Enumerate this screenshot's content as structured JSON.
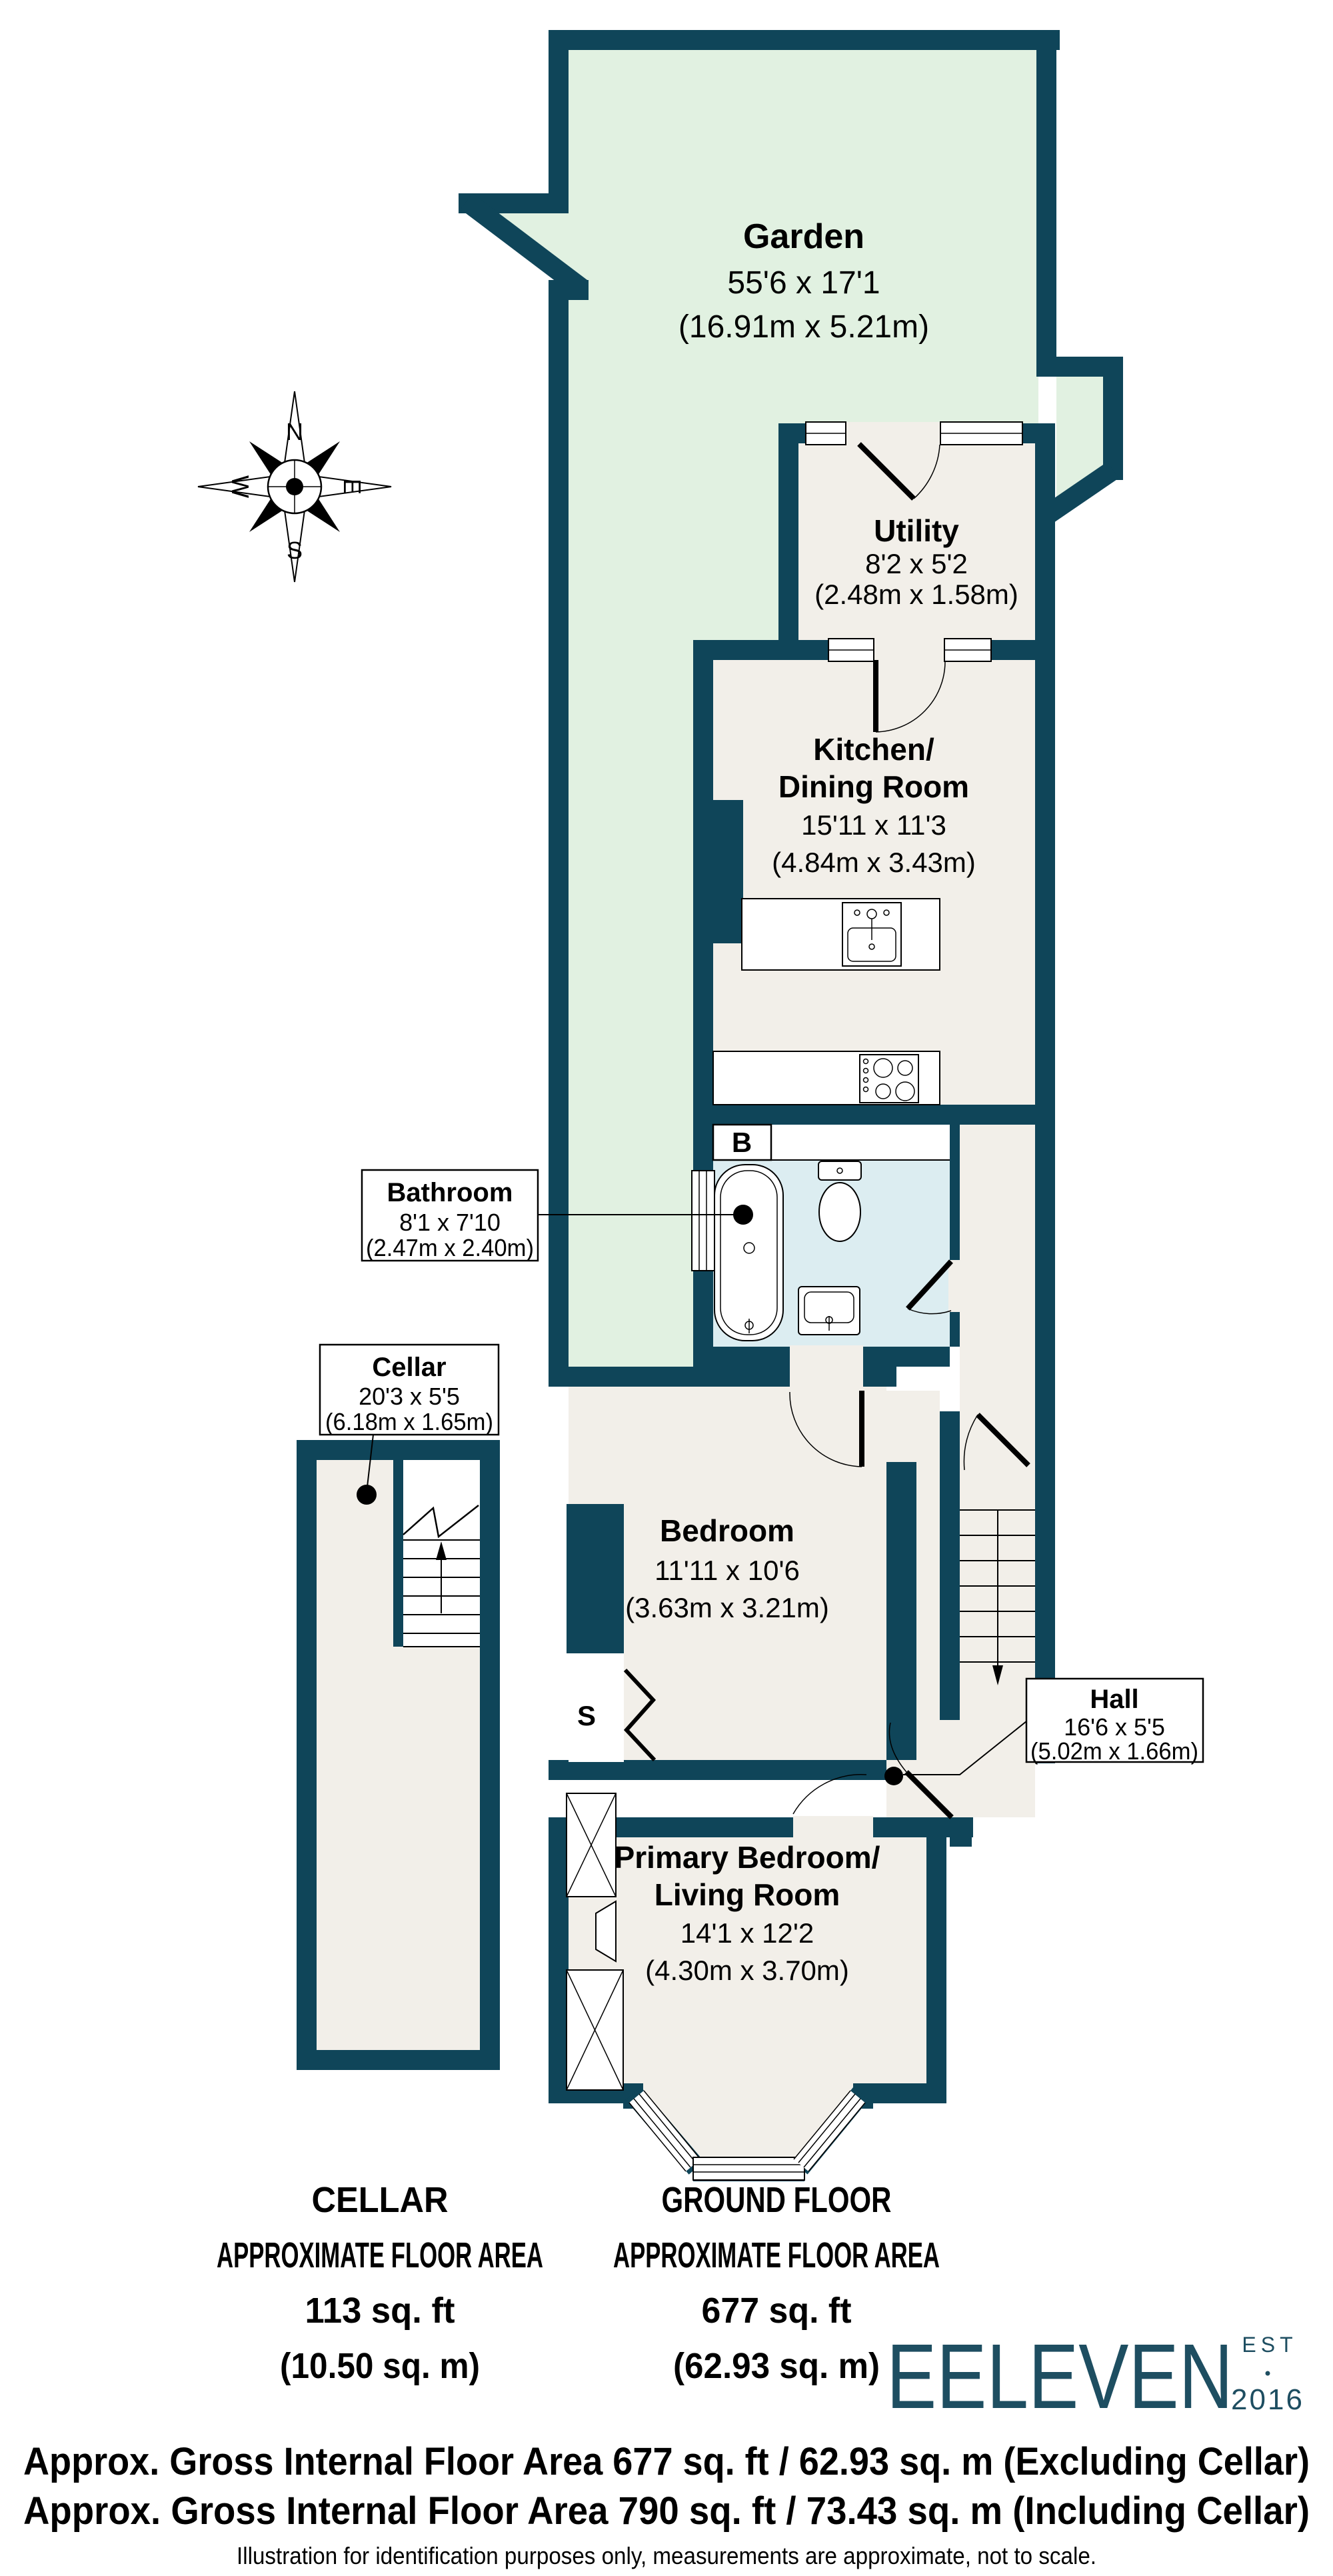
{
  "plan": {
    "garden": {
      "name": "Garden",
      "size_imperial": "55'6 x 17'1",
      "size_metric": "(16.91m x 5.21m)"
    },
    "utility": {
      "name": "Utility",
      "size_imperial": "8'2 x 5'2",
      "size_metric": "(2.48m x 1.58m)"
    },
    "kitchen": {
      "name_line1": "Kitchen/",
      "name_line2": "Dining Room",
      "size_imperial": "15'11 x 11'3",
      "size_metric": "(4.84m x 3.43m)"
    },
    "bathroom": {
      "name": "Bathroom",
      "size_imperial": "8'1 x 7'10",
      "size_metric": "(2.47m x 2.40m)"
    },
    "bedroom": {
      "name": "Bedroom",
      "size_imperial": "11'11 x 10'6",
      "size_metric": "(3.63m x 3.21m)"
    },
    "hall": {
      "name": "Hall",
      "size_imperial": "16'6 x 5'5",
      "size_metric": "(5.02m x 1.66m)"
    },
    "primary": {
      "name_line1": "Primary Bedroom/",
      "name_line2": "Living Room",
      "size_imperial": "14'1 x 12'2",
      "size_metric": "(4.30m x 3.70m)"
    },
    "cellar": {
      "name": "Cellar",
      "size_imperial": "20'3 x 5'5",
      "size_metric": "(6.18m x 1.65m)"
    },
    "boiler_label": "B",
    "storage_label": "S",
    "compass": {
      "north": "N",
      "east": "E",
      "south": "S",
      "west": "W"
    }
  },
  "areas": {
    "cellar": {
      "title": "CELLAR",
      "subtitle": "APPROXIMATE FLOOR AREA",
      "imperial": "113 sq. ft",
      "metric": "(10.50 sq. m)"
    },
    "ground": {
      "title": "GROUND FLOOR",
      "subtitle": "APPROXIMATE FLOOR AREA",
      "imperial": "677 sq. ft",
      "metric": "(62.93 sq. m)"
    }
  },
  "footer": {
    "gross_line1": "Approx. Gross Internal Floor Area 677 sq. ft / 62.93 sq. m (Excluding Cellar)",
    "gross_line2": "Approx. Gross Internal Floor Area 790 sq. ft / 73.43 sq. m (Including Cellar)",
    "disclaimer": "Illustration for identification purposes only, measurements are approximate, not to scale."
  },
  "logo": {
    "brand": "EELEVEN",
    "est": "EST",
    "year": "2016"
  },
  "colors": {
    "wall": "#0f4559",
    "garden": "#e1f1e1",
    "room": "#f2efe9",
    "bathroom_floor": "#dcedf1",
    "logo": "#1e4e61"
  }
}
